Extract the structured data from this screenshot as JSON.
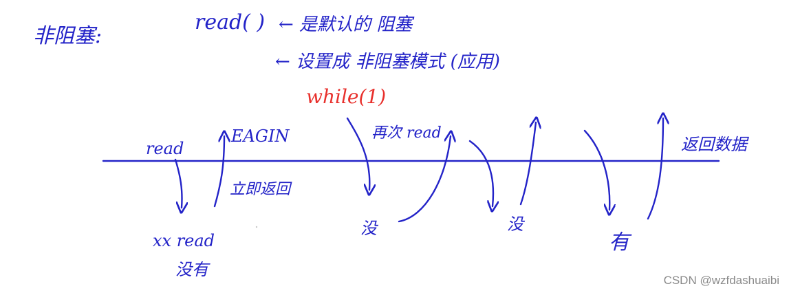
{
  "notes": {
    "heading": "非阻塞:",
    "read_call": "read( )",
    "read_arrow_note": "← 是默认的 阻塞",
    "nonblock_note": "← 设置成 非阻塞模式 (应用)",
    "while_loop": "while(1)"
  },
  "timeline": {
    "read_label": "read",
    "eagain_label": "EAGIN",
    "immediate_return": "立即返回",
    "no_data_read": "xx read",
    "no_data": "没有",
    "again_read": "再次 read",
    "none_1": "没",
    "none_2": "没",
    "has_data": "有",
    "return_data": "返回数据"
  },
  "watermark": "CSDN @wzfdashuaibi",
  "colors": {
    "ink": "#2323c8",
    "red": "#e8302c",
    "watermark": "#8a8a8a"
  }
}
